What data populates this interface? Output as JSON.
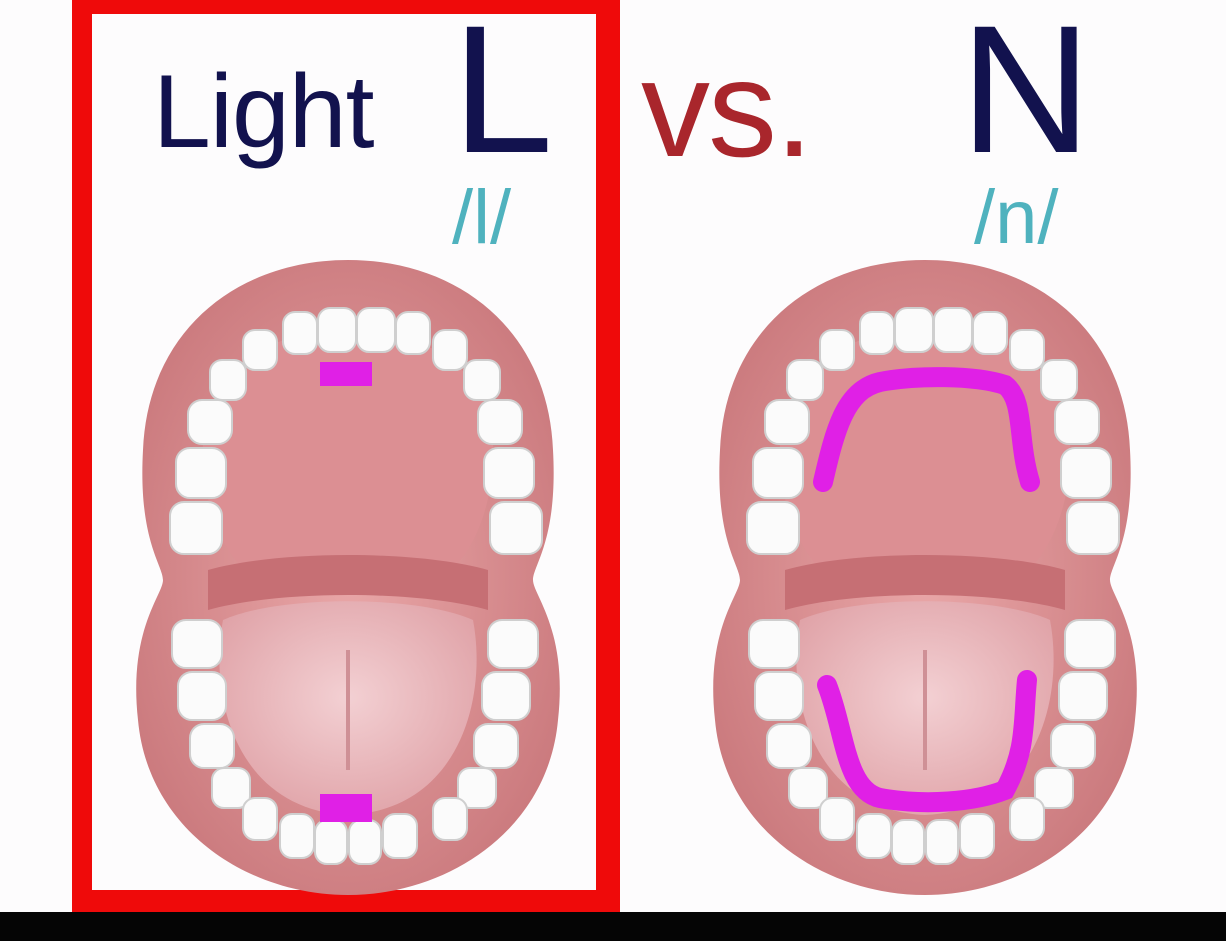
{
  "title": {
    "light_word": "Light",
    "left_letter": "L",
    "vs": "vs.",
    "right_letter": "N"
  },
  "phonemes": {
    "left": "/l/",
    "right": "/n/"
  },
  "colors": {
    "frame": "#ef0a0a",
    "title_text": "#12124e",
    "vs_text": "#a9262c",
    "phoneme_text": "#4fb2be",
    "highlight": "#e020e6"
  },
  "diagrams": [
    {
      "id": "light-l",
      "highlight": "tongue-tip contact at alveolar ridge (small marks)"
    },
    {
      "id": "n",
      "highlight": "tongue edges sealing along teeth (U-shaped marks)"
    }
  ]
}
